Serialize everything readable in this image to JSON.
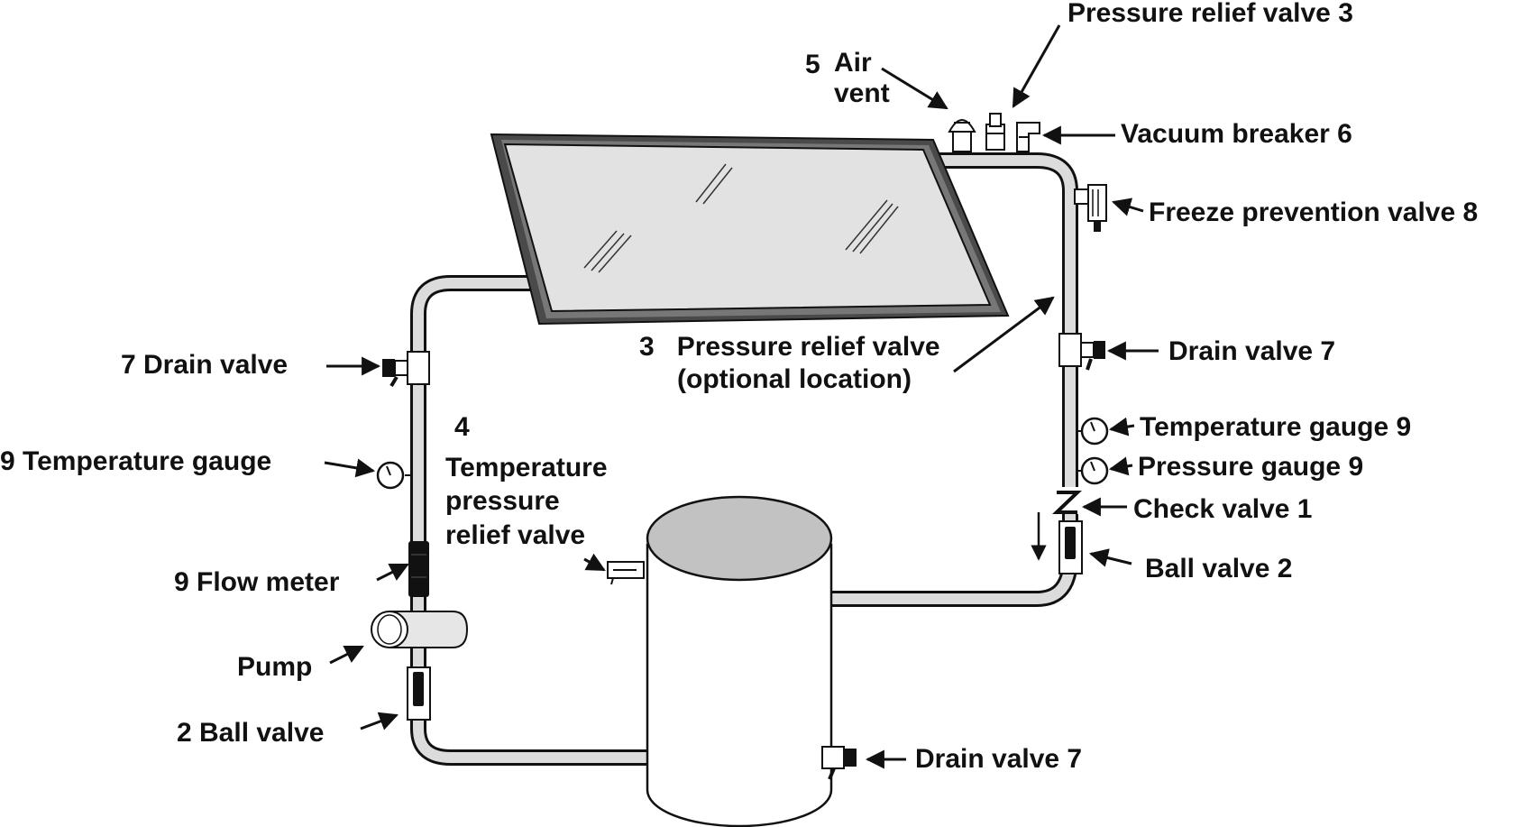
{
  "labels": {
    "prv_top": "Pressure relief valve  3",
    "air_vent_num": "5",
    "air_vent_l1": "Air",
    "air_vent_l2": "vent",
    "vacuum_breaker": "Vacuum breaker  6",
    "freeze_valve": "Freeze prevention valve  8",
    "drain_right": "Drain valve  7",
    "prv_optional_l1": "3   Pressure relief valve",
    "prv_optional_l2": "(optional location)",
    "temp_gauge_right": "Temperature gauge  9",
    "pressure_gauge": "Pressure gauge  9",
    "check_valve": "Check valve  1",
    "ball_valve_right": "Ball valve  2",
    "drain_left": "7  Drain valve",
    "tprv_num": "4",
    "tprv_l1": "Temperature",
    "tprv_l2": "pressure",
    "tprv_l3": "relief valve",
    "temp_gauge_left": "9  Temperature gauge",
    "flow_meter": "9  Flow meter",
    "pump": "Pump",
    "ball_valve_left": "2  Ball valve",
    "drain_tank": "Drain valve  7"
  },
  "colors": {
    "pipe_fill": "#dcdcdc",
    "outline": "#111111",
    "panel_frame": "#4a4a4a",
    "glass": "#e2e2e2",
    "tank_top": "#c2c2c2",
    "tank_body": "#ffffff"
  }
}
